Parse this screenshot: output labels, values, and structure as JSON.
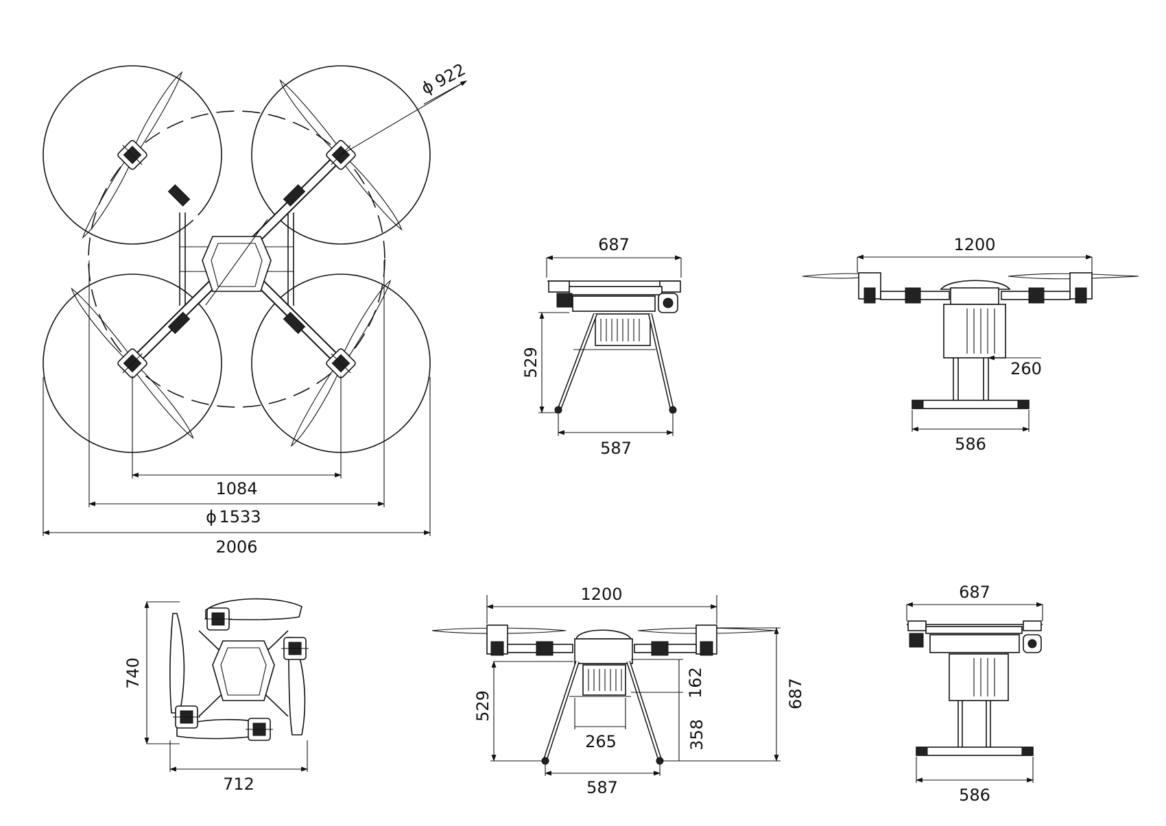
{
  "top_view": {
    "prop_diameter": "922",
    "motor_span": "1084",
    "circle_diameter": "1533",
    "overall_width": "2006",
    "diameter_symbol": "ϕ"
  },
  "front_view_folded": {
    "width_top": "687",
    "height": "529",
    "gear_width": "587"
  },
  "side_view_upper": {
    "width": "1200",
    "payload_offset": "260",
    "skid_width": "586"
  },
  "folded_top_view": {
    "height": "740",
    "width": "712"
  },
  "front_view_unfolded": {
    "width": "1200",
    "height_left": "529",
    "gear_width": "587",
    "payload_width": "265",
    "body_height": "162",
    "leg_height": "358",
    "overall_height": "687"
  },
  "side_view_lower": {
    "width_top": "687",
    "skid_width": "586"
  }
}
